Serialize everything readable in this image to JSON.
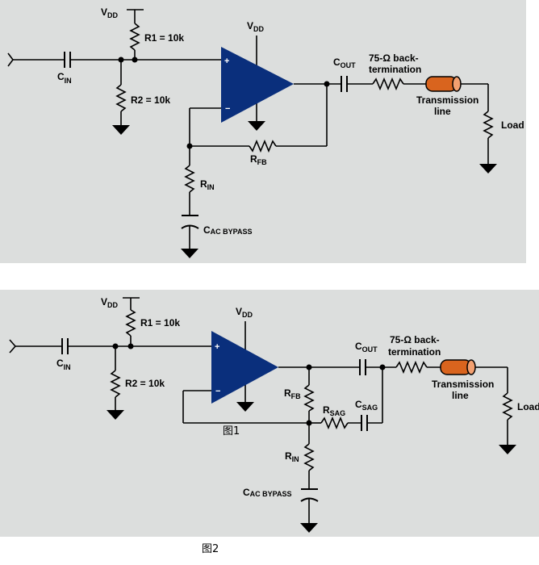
{
  "figure1": {
    "caption": "图1",
    "vdd_left": "V",
    "vdd_left_sub": "DD",
    "vdd_amp": "V",
    "vdd_amp_sub": "DD",
    "r1": "R1 = 10k",
    "r2": "R2 = 10k",
    "cin": "C",
    "cin_sub": "IN",
    "cout": "C",
    "cout_sub": "OUT",
    "backterm_line1": "75-Ω back-",
    "backterm_line2": "termination",
    "tline_line1": "Transmission",
    "tline_line2": "line",
    "load": "Load",
    "rfb": "R",
    "rfb_sub": "FB",
    "rin": "R",
    "rin_sub": "IN",
    "cac": "C",
    "cac_sub": "AC BYPASS",
    "plus": "+",
    "minus": "−"
  },
  "figure2": {
    "caption": "图2",
    "vdd_left": "V",
    "vdd_left_sub": "DD",
    "vdd_amp": "V",
    "vdd_amp_sub": "DD",
    "r1": "R1 = 10k",
    "r2": "R2 = 10k",
    "cin": "C",
    "cin_sub": "IN",
    "cout": "C",
    "cout_sub": "OUT",
    "backterm_line1": "75-Ω back-",
    "backterm_line2": "termination",
    "tline_line1": "Transmission",
    "tline_line2": "line",
    "load": "Load",
    "rfb": "R",
    "rfb_sub": "FB",
    "rsag": "R",
    "rsag_sub": "SAG",
    "csag": "C",
    "csag_sub": "SAG",
    "rin": "R",
    "rin_sub": "IN",
    "cac": "C",
    "cac_sub": "AC BYPASS",
    "plus": "+",
    "minus": "−"
  },
  "colors": {
    "panel_bg": "#dcdedd",
    "opamp_fill": "#0a2f7c",
    "wire": "#000000",
    "tline_fill": "#d9641e"
  }
}
